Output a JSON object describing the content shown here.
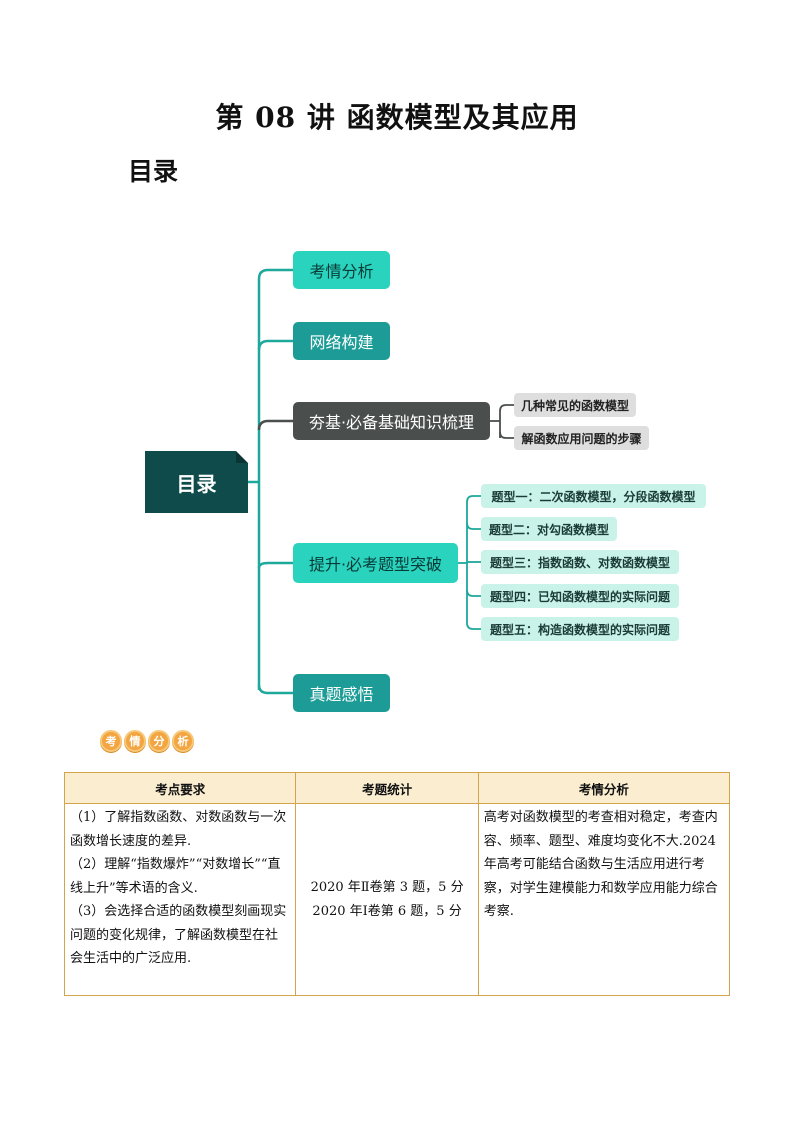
{
  "title": "第 08 讲  函数模型及其应用",
  "toc_heading": "目录",
  "mindmap": {
    "root": "目录",
    "branches": [
      {
        "label": "考情分析"
      },
      {
        "label": "网络构建"
      },
      {
        "label": "夯基·必备基础知识梳理",
        "children": [
          "几种常见的函数模型",
          "解函数应用问题的步骤"
        ]
      },
      {
        "label": "提升·必考题型突破",
        "children": [
          "题型一：二次函数模型，分段函数模型",
          "题型二：对勾函数模型",
          "题型三：指数函数、对数函数模型",
          "题型四：已知函数模型的实际问题",
          "题型五：构造函数模型的实际问题"
        ]
      },
      {
        "label": "真题感悟"
      }
    ],
    "colors": {
      "line": "#1fa89c",
      "dark_line": "#4a4f4d",
      "mint": "#2ad3bd",
      "root": "#0f4b4b"
    }
  },
  "badge": [
    "考",
    "情",
    "分",
    "析"
  ],
  "table": {
    "headers": [
      "考点要求",
      "考题统计",
      "考情分析"
    ],
    "requirements": [
      "（1）了解指数函数、对数函数与一次函数增长速度的差异.",
      "（2）理解“指数爆炸”“对数增长”“直线上升”等术语的含义.",
      "（3）会选择合适的函数模型刻画现实问题的变化规律，了解函数模型在社会生活中的广泛应用."
    ],
    "stats": [
      "2020 年Ⅱ卷第 3 题，5 分",
      "2020 年Ⅰ卷第 6 题，5 分"
    ],
    "analysis": "高考对函数模型的考查相对稳定，考查内容、频率、题型、难度均变化不大.2024 年高考可能结合函数与生活应用进行考察，对学生建模能力和数学应用能力综合考察."
  }
}
